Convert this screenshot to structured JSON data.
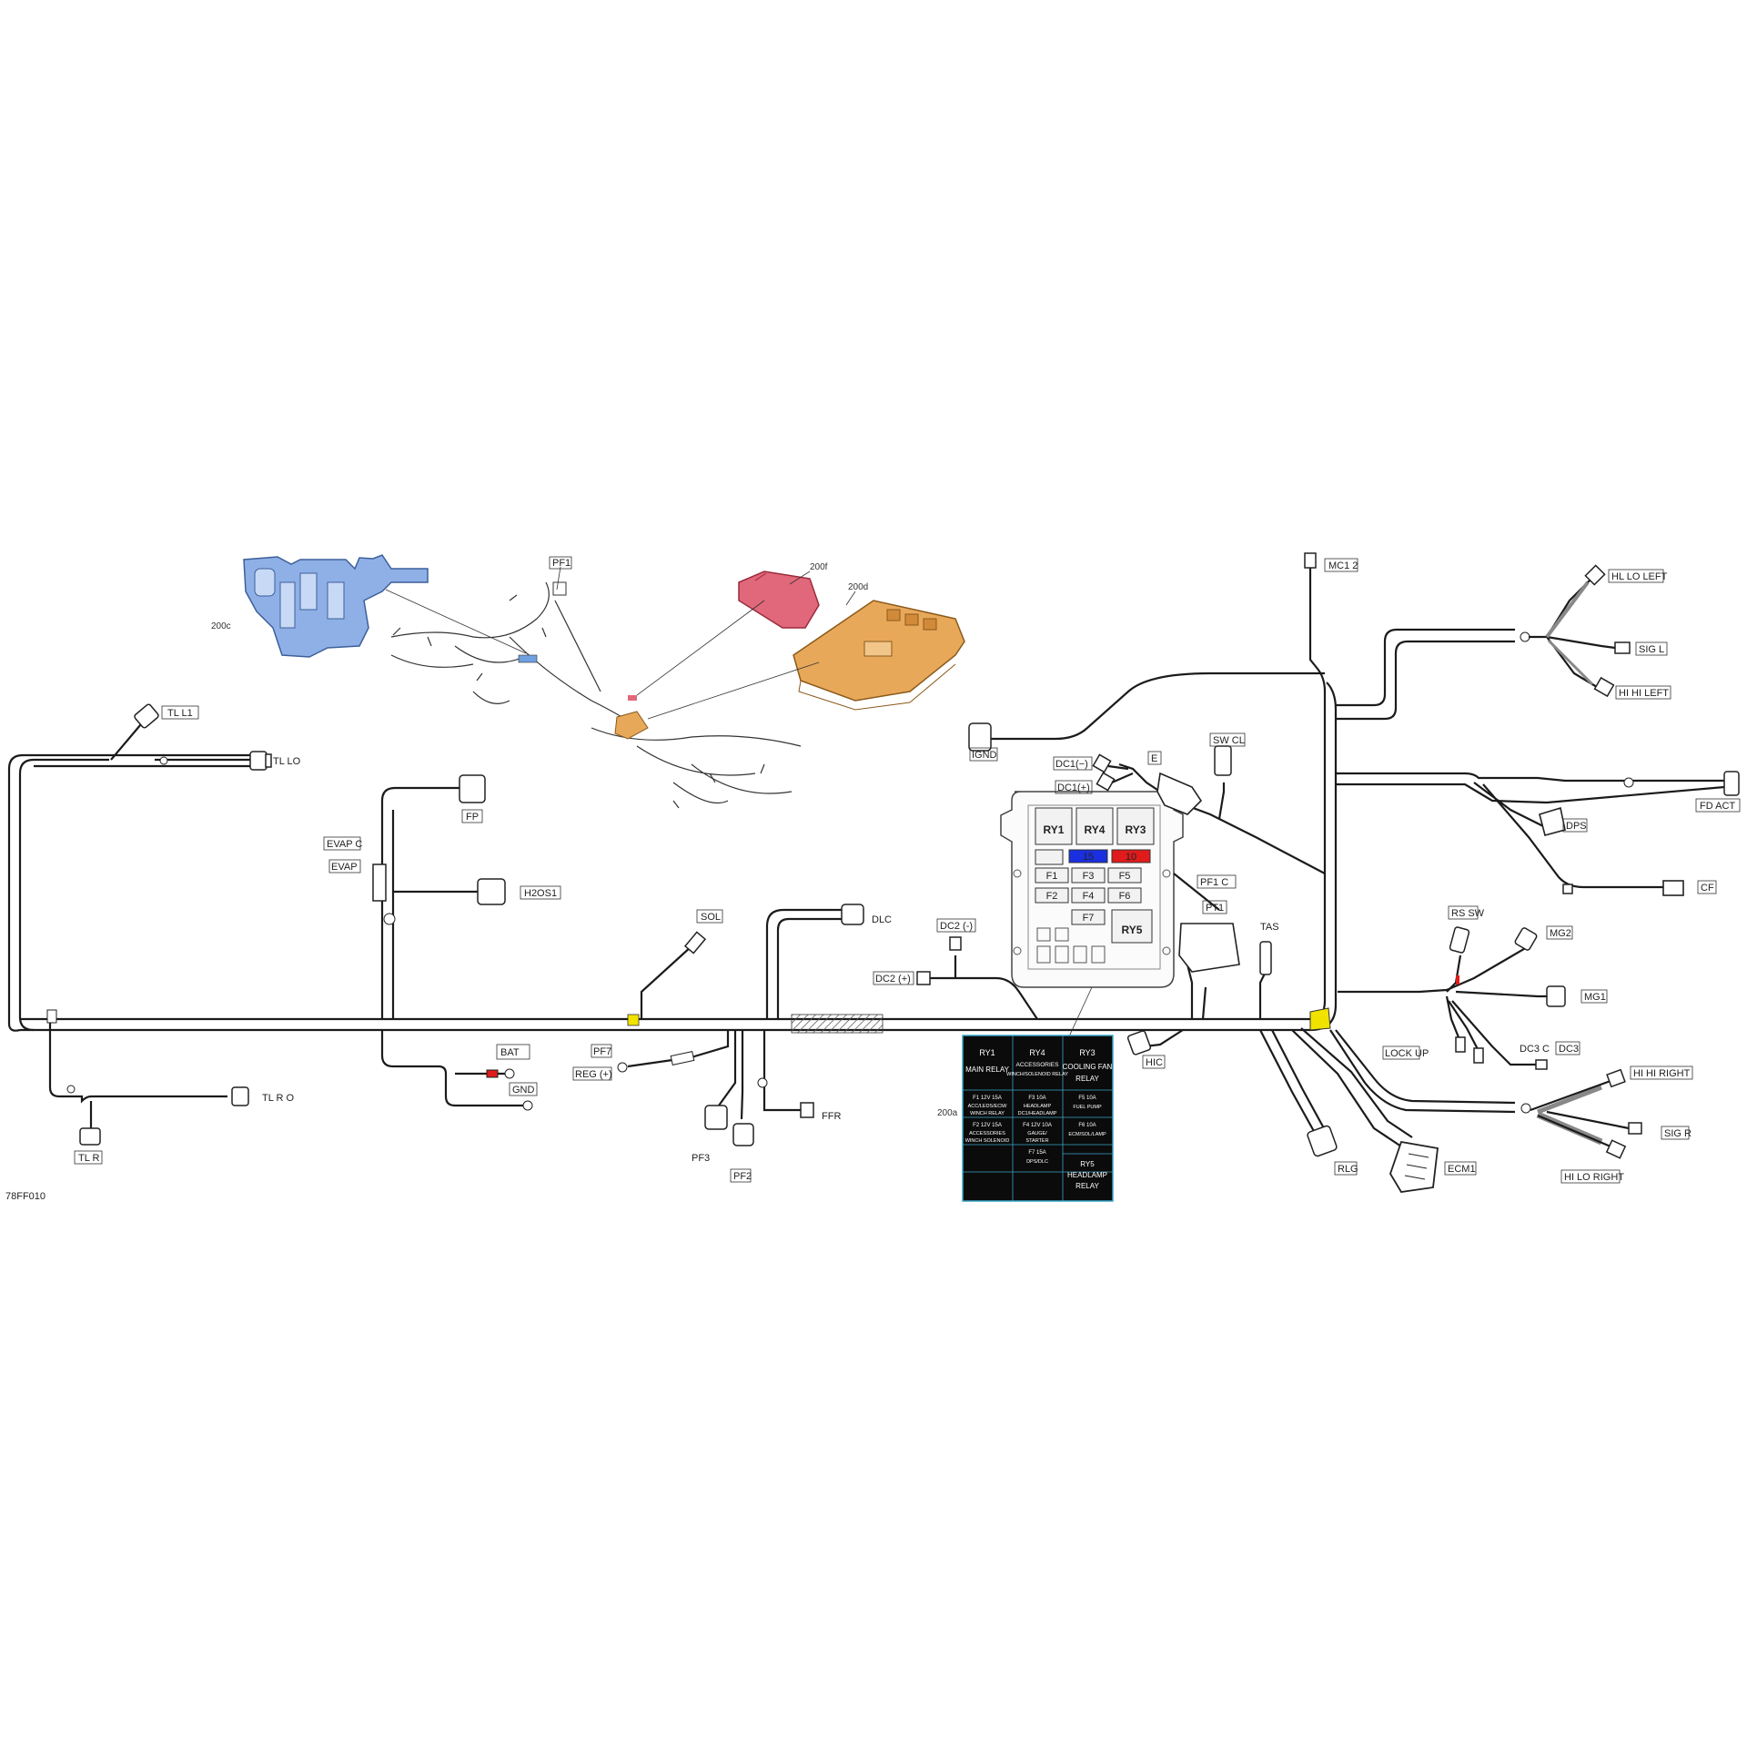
{
  "figure": {
    "code": "78FF010"
  },
  "refs": {
    "bracket": "200c",
    "cover": "200f",
    "base": "200d",
    "chart": "200a"
  },
  "connectors": {
    "PF1": "PF1",
    "TLL1": "TL L1",
    "TLLO": "TL LO",
    "FP": "FP",
    "EVAPC": "EVAP C",
    "EVAP": "EVAP",
    "H2OS1": "H2OS1",
    "SOL": "SOL",
    "DLC": "DLC",
    "DC2m": "DC2 (-)",
    "DC2p": "DC2 (+)",
    "BAT": "BAT",
    "GND": "GND",
    "PF7": "PF7",
    "REG": "REG (+)",
    "FFR": "FFR",
    "PF3": "PF3",
    "PF2": "PF2",
    "TLRO": "TL R O",
    "TLR": "TL R",
    "MC12": "MC1 2",
    "HLLOLEFT": "HL LO LEFT",
    "SIGL": "SIG L",
    "HIHILEFT": "HI HI LEFT",
    "IGND": "IGND",
    "DC1m": "DC1(−)",
    "DC1p": "DC1(+)",
    "SWCL": "SW CL",
    "FDACT": "FD ACT",
    "DPS": "DPS",
    "CF": "CF",
    "PF1C": "PF1 C",
    "PT1": "PT1",
    "TAS": "TAS",
    "HIC": "HIC",
    "RSSW": "RS SW",
    "MG2": "MG2",
    "MG1": "MG1",
    "LOCKUP": "LOCK UP",
    "DC3C": "DC3 C",
    "DC3": "DC3",
    "HIHIRIGHT": "HI HI RIGHT",
    "SIGR": "SIG R",
    "HILORIGHT": "HI LO RIGHT",
    "RLG": "RLG",
    "ECM1": "ECM1",
    "E": "E"
  },
  "fusebox": {
    "relays": [
      {
        "id": "RY1",
        "sub": "MAIN RELAY"
      },
      {
        "id": "RY4",
        "sub": "ACCESSORIES"
      },
      {
        "id": "RY3",
        "sub": "COOLING FAN"
      },
      {
        "id": "RY5",
        "sub": "HEADLAMP"
      }
    ],
    "fuses": [
      "F1",
      "F2",
      "F3",
      "F4",
      "F5",
      "F6",
      "F7"
    ],
    "amp_blue": "15",
    "amp_red": "10",
    "colors": {
      "blue": "#1a2fe0",
      "red": "#e01b1b"
    }
  },
  "chart_table": {
    "cells": [
      {
        "l1": "RY1",
        "l2": "MAIN RELAY",
        "l3": ""
      },
      {
        "l1": "RY4",
        "l2": "ACCESSORIES",
        "l3": "WINCH/SOLENOID RELAY"
      },
      {
        "l1": "RY3",
        "l2": "COOLING FAN",
        "l3": "RELAY"
      },
      {
        "l1": "F1   12V 15A",
        "l2": "ACC/LEDS/ECM/",
        "l3": "WINCH RELAY"
      },
      {
        "l1": "F3   10A",
        "l2": "HEADLAMP",
        "l3": "DC1/HEADLAMP"
      },
      {
        "l1": "F5   10A",
        "l2": "FUEL PUMP",
        "l3": ""
      },
      {
        "l1": "F2   12V 15A",
        "l2": "ACCESSORIES",
        "l3": "WINCH SOLENOID"
      },
      {
        "l1": "F4   12V 10A",
        "l2": "GAUGE/",
        "l3": "STARTER"
      },
      {
        "l1": "F6   10A",
        "l2": "ECM/SOL/LAMP",
        "l3": ""
      },
      {
        "l1": "",
        "l2": "",
        "l3": ""
      },
      {
        "l1": "F7   15A",
        "l2": "DPS/DLC",
        "l3": ""
      },
      {
        "l1": "RY5",
        "l2": "HEADLAMP",
        "l3": "RELAY"
      }
    ],
    "colors": {
      "bg": "#0b0b0b",
      "grid": "#3aa6c8"
    }
  },
  "colors": {
    "bracket": "#8fb0e6",
    "cover": "#e0687a",
    "base": "#e8a85a",
    "marker": "#f2e200"
  }
}
